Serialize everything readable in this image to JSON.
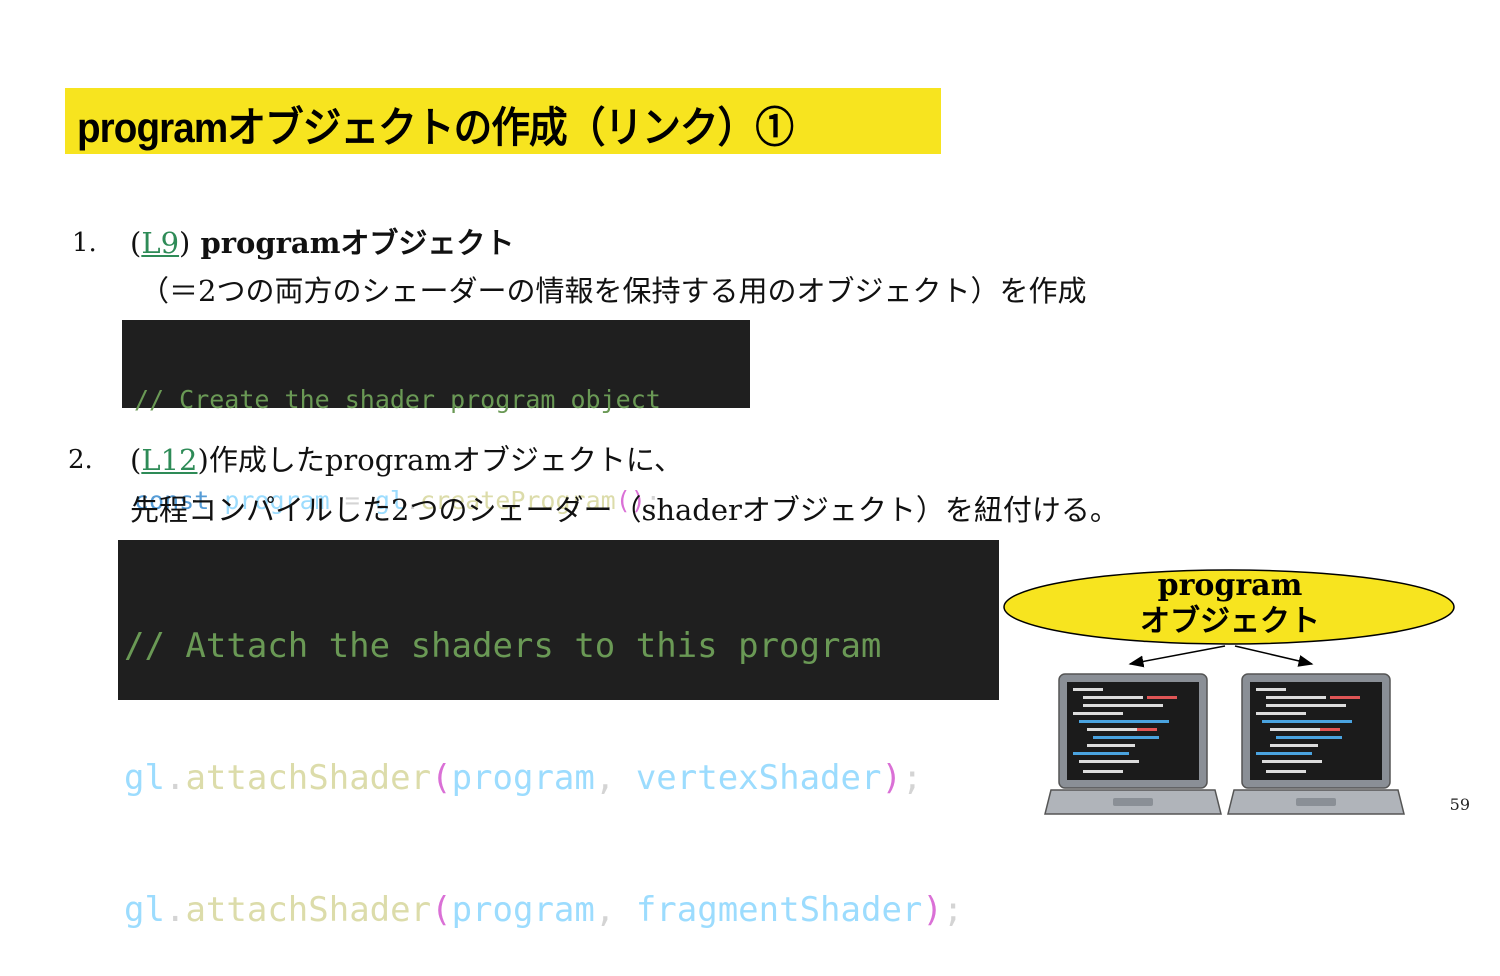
{
  "title": "programオブジェクトの作成（リンク）①",
  "items": [
    {
      "number": "1.",
      "ref_open": "(",
      "ref_link": "L9",
      "ref_close": ")",
      "heading_bold": " programオブジェクト",
      "line2": "（＝2つの両方のシェーダーの情報を保持する用のオブジェクト）を作成",
      "code": {
        "comment": "// Create the shader program object",
        "kw": "const",
        "var": "program",
        "eq": " = ",
        "obj": "gl",
        "dot": ".",
        "fn": "createProgram",
        "parens": "()",
        "semi": ";"
      }
    },
    {
      "number": "2.",
      "ref_open": "(",
      "ref_link": "L12",
      "ref_close": ")",
      "line1_rest": "作成したprogramオブジェクトに、",
      "line2": "先程コンパイルした2つのシェーダー（shaderオブジェクト）を紐付ける。",
      "code": {
        "comment": "// Attach the shaders to this program",
        "rows": [
          {
            "obj": "gl",
            "dot": ".",
            "fn": "attachShader",
            "open": "(",
            "arg1": "program",
            "comma": ", ",
            "arg2": "vertexShader",
            "close": ")",
            "semi": ";"
          },
          {
            "obj": "gl",
            "dot": ".",
            "fn": "attachShader",
            "open": "(",
            "arg1": "program",
            "comma": ", ",
            "arg2": "fragmentShader",
            "close": ")",
            "semi": ";"
          }
        ]
      }
    }
  ],
  "diagram": {
    "ellipse_line1": "program",
    "ellipse_line2": "オブジェクト",
    "ellipse_color": "#f7e41f"
  },
  "page_number": "59"
}
